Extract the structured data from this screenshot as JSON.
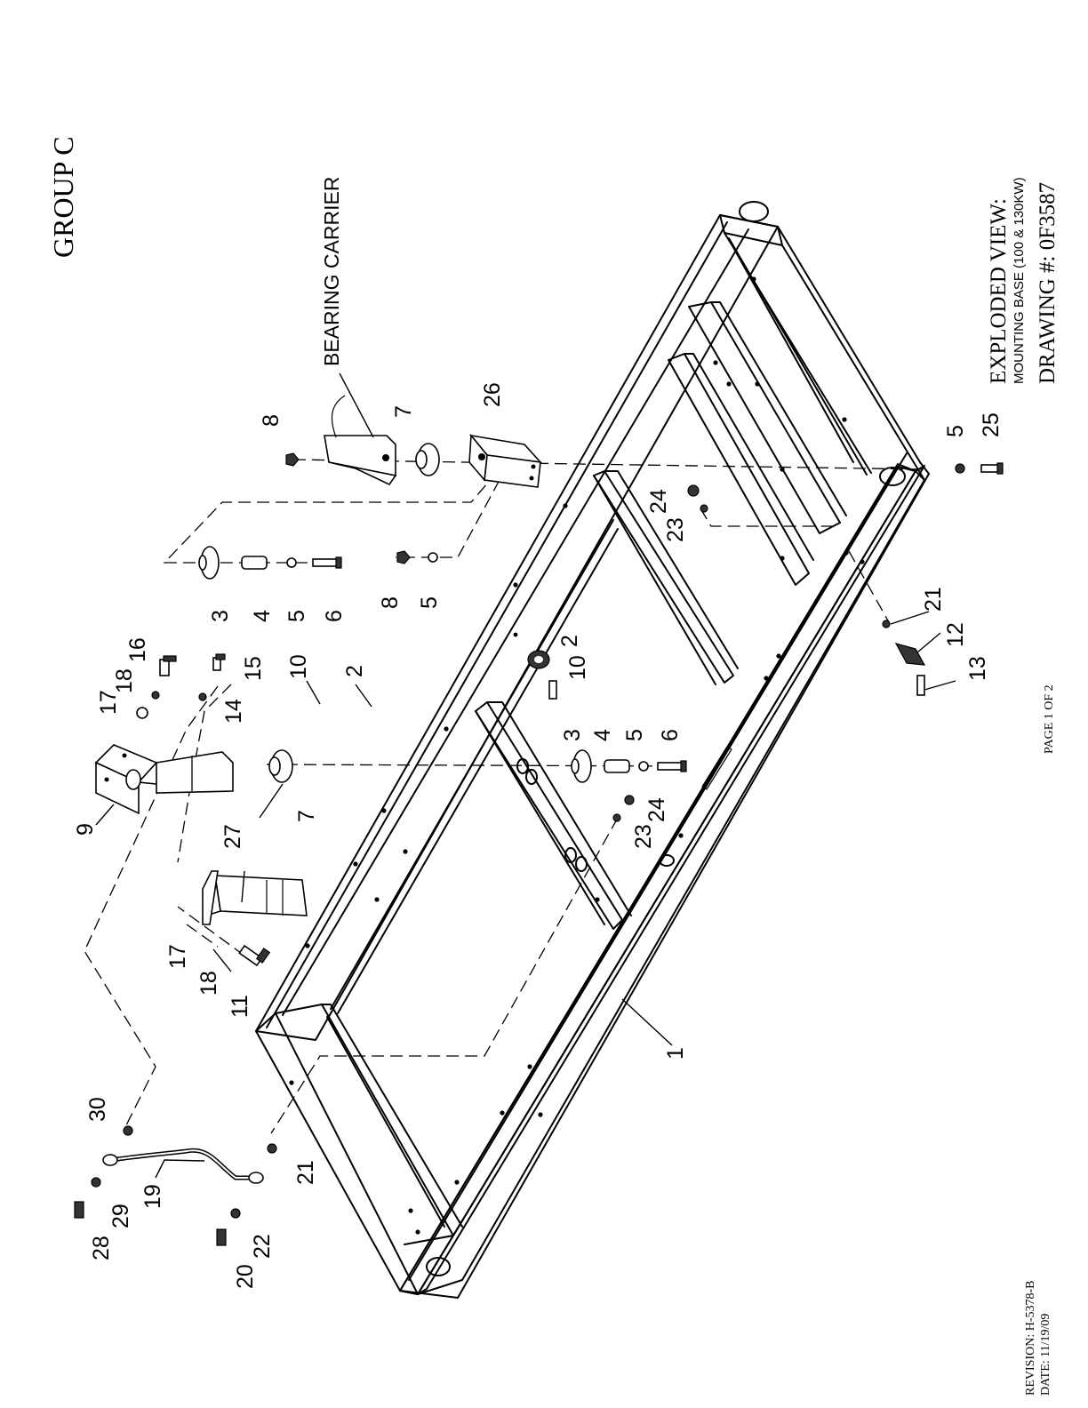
{
  "header": {
    "group": "GROUP C"
  },
  "callout_title": {
    "bearing_carrier": "BEARING CARRIER"
  },
  "title_block": {
    "line1": "EXPLODED VIEW:",
    "line2": "MOUNTING BASE (100 & 130KW)",
    "line3": "DRAWING #: 0F3587"
  },
  "page": {
    "label": "PAGE 1 OF 2"
  },
  "revision": {
    "label": "REVISION: H-5378-B",
    "date": "DATE:  11/19/09"
  },
  "callouts": {
    "c1": "1",
    "c2a": "2",
    "c2b": "2",
    "c3a": "3",
    "c3b": "3",
    "c4a": "4",
    "c4b": "4",
    "c5a": "5",
    "c5b": "5",
    "c5c": "5",
    "c5d": "5",
    "c6a": "6",
    "c6b": "6",
    "c7a": "7",
    "c7b": "7",
    "c8a": "8",
    "c8b": "8",
    "c9": "9",
    "c10a": "10",
    "c10b": "10",
    "c11": "11",
    "c12": "12",
    "c13": "13",
    "c14": "14",
    "c15": "15",
    "c16": "16",
    "c17a": "17",
    "c17b": "17",
    "c18a": "18",
    "c18b": "18",
    "c19": "19",
    "c20": "20",
    "c21a": "21",
    "c21b": "21",
    "c22": "22",
    "c23a": "23",
    "c23b": "23",
    "c24a": "24",
    "c24b": "24",
    "c25": "25",
    "c26": "26",
    "c27": "27",
    "c28": "28",
    "c29": "29",
    "c30": "30"
  }
}
